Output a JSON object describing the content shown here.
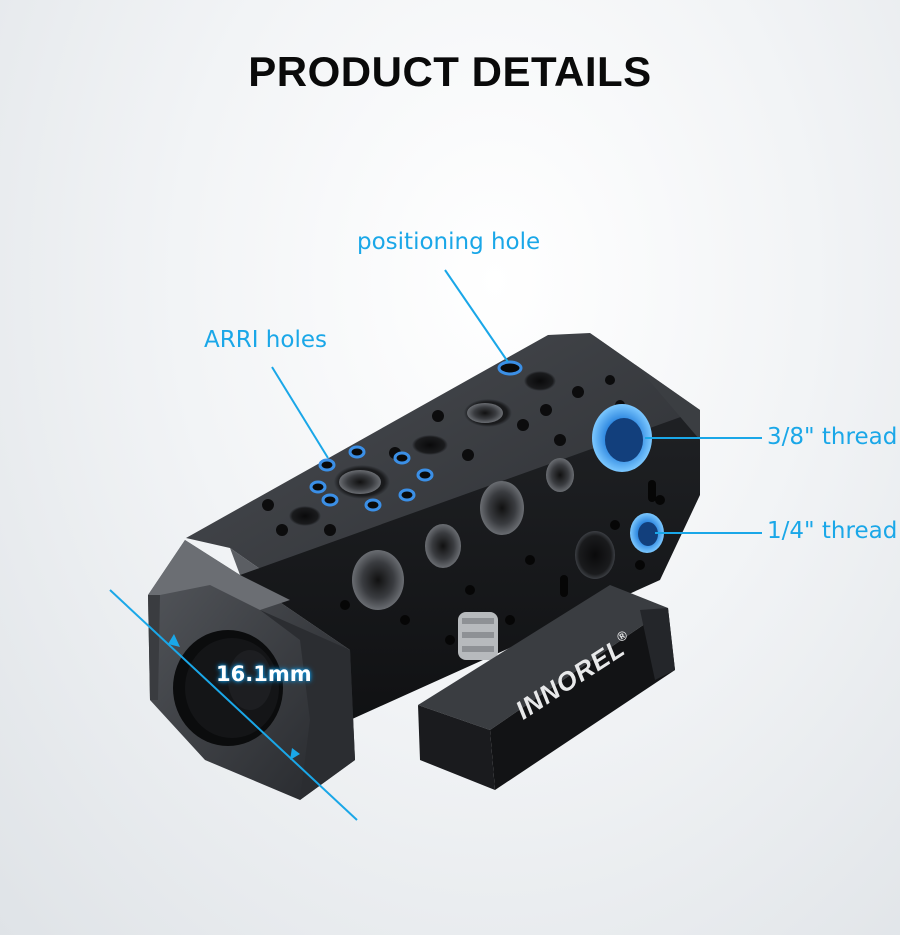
{
  "title": "PRODUCT DETAILS",
  "callouts": {
    "positioning_hole": "positioning hole",
    "arri_holes": "ARRI holes",
    "thread_38": "3/8\" thread",
    "thread_14": "1/4\" thread",
    "diameter": "16.1mm"
  },
  "brand": {
    "logo": "INNOREL",
    "reg": "®"
  },
  "colors": {
    "accent": "#1aa7e8",
    "body": "#1d1f22",
    "highlight": "#3a8fe0"
  }
}
